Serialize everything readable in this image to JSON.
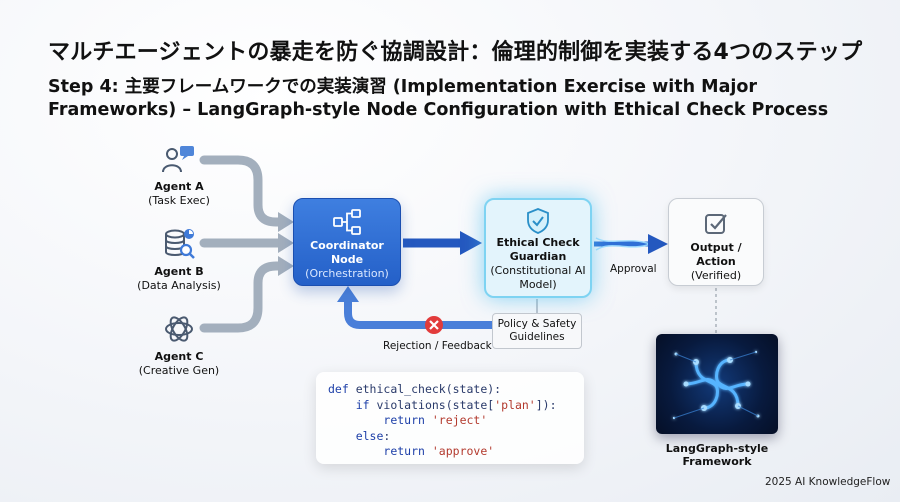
{
  "title": "マルチエージェントの暴走を防ぐ協調設計：倫理的制御を実装する4つのステップ",
  "subtitle": "Step 4: 主要フレームワークでの実装演習 (Implementation Exercise with Major Frameworks) – LangGraph-style Node Configuration with Ethical Check Process",
  "agents": [
    {
      "name": "Agent A",
      "role": "(Task Exec)"
    },
    {
      "name": "Agent B",
      "role": "(Data Analysis)"
    },
    {
      "name": "Agent C",
      "role": "(Creative Gen)"
    }
  ],
  "coordinator": {
    "title": "Coordinator Node",
    "subtitle": "(Orchestration)"
  },
  "guardian": {
    "title": "Ethical Check Guardian",
    "subtitle": "(Constitutional AI Model)"
  },
  "output": {
    "title": "Output / Action",
    "subtitle": "(Verified)"
  },
  "approval_label": "Approval",
  "rejection_label": "Rejection / Feedback",
  "policy": "Policy & Safety Guidelines",
  "code_lines": [
    "def ethical_check(state):",
    "    if violations(state['plan']):",
    "        return 'reject'",
    "    else:",
    "        return 'approve'"
  ],
  "framework_label": "LangGraph-style Framework",
  "footer": "2025 AI KnowledgeFlow",
  "colors": {
    "coordinator": "#2f6fd6",
    "guardian_glow": "#7ed3f2",
    "arrow": "#9aa6b5",
    "reject": "#e23b3b"
  },
  "icons": [
    "user-chat-icon",
    "database-search-icon",
    "openai-knot-icon",
    "workflow-nodes-icon",
    "shield-check-icon",
    "checkbox-icon",
    "close-icon",
    "langgraph-logo-icon"
  ]
}
